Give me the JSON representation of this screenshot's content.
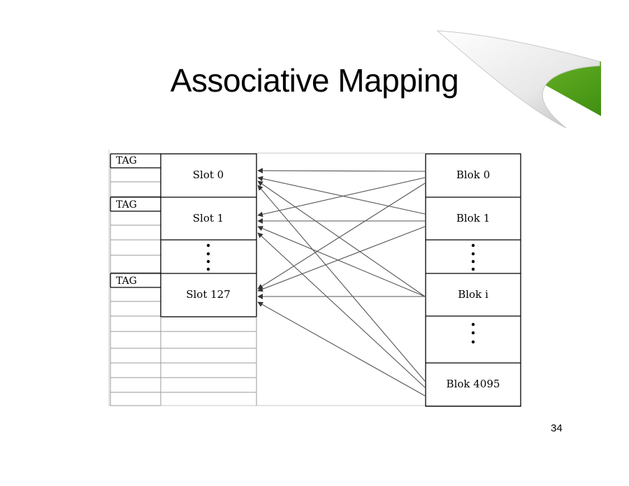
{
  "slide": {
    "title": "Associative Mapping",
    "page_number": "34"
  },
  "diagram": {
    "tag_label": "TAG",
    "slots": [
      {
        "id": "slot-0",
        "label": "Slot 0"
      },
      {
        "id": "slot-1",
        "label": "Slot 1"
      },
      {
        "id": "slot-127",
        "label": "Slot 127"
      }
    ],
    "blocks": [
      {
        "id": "blok-0",
        "label": "Blok 0"
      },
      {
        "id": "blok-1",
        "label": "Blok 1"
      },
      {
        "id": "blok-i",
        "label": "Blok i"
      },
      {
        "id": "blok-4095",
        "label": "Blok 4095"
      }
    ],
    "colors": {
      "line": "#555555",
      "grid": "#9a9a9a",
      "accent_green": "#5fae1e"
    }
  }
}
